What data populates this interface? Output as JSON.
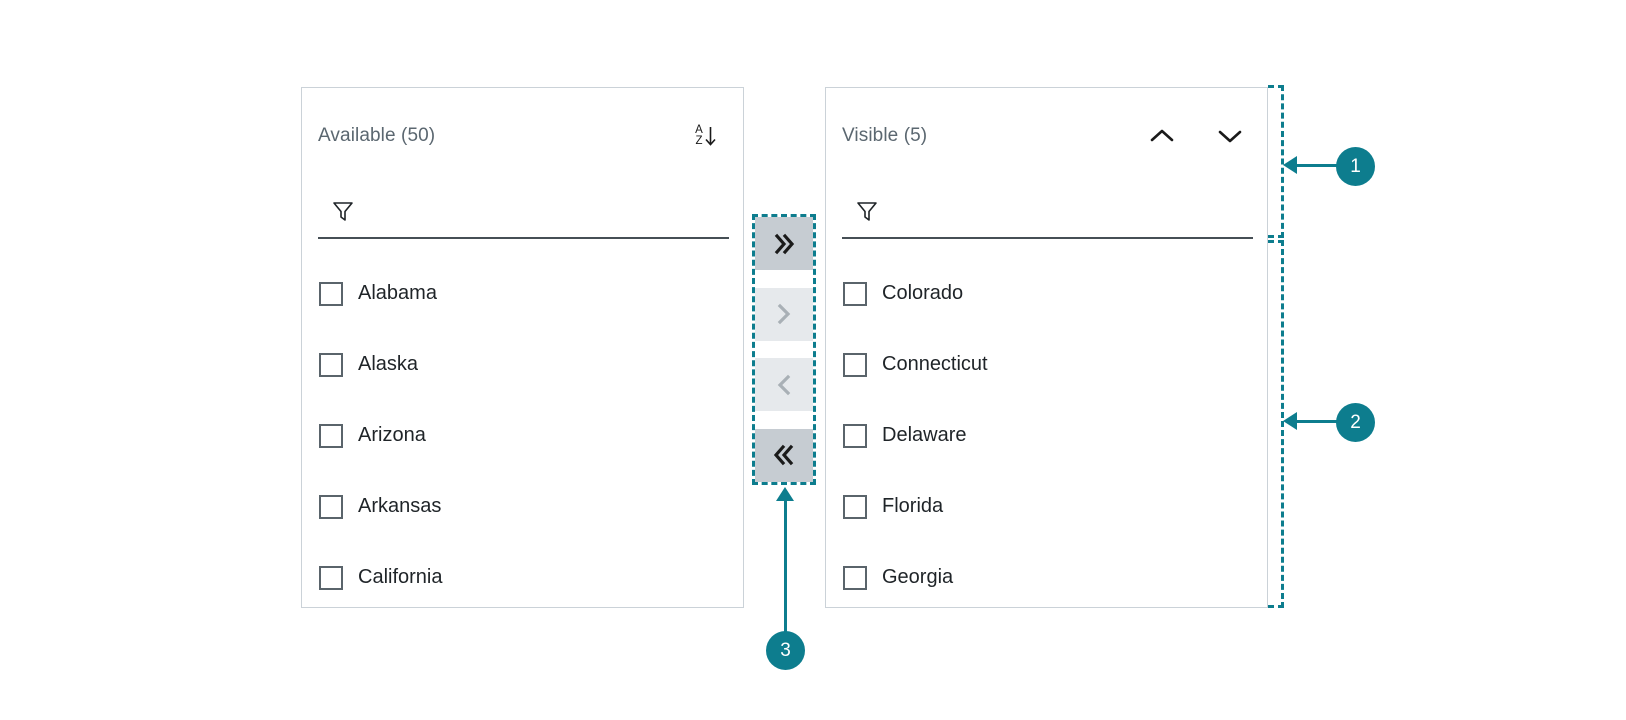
{
  "theme": {
    "accent": "#0d7d8e",
    "panel_border": "#cbd2d8",
    "title_color": "#5b6770",
    "text_color": "#1f2428",
    "button_enabled_bg": "#c6ccd2",
    "button_disabled_bg": "#e6e9ec",
    "underline_color": "#464f55"
  },
  "available_panel": {
    "title": "Available (50)",
    "sort_icon": "sort-az-descending-icon",
    "sort_top_letter": "A",
    "sort_bottom_letter": "Z",
    "filter": {
      "icon": "funnel-filter-icon",
      "value": "",
      "placeholder": ""
    },
    "items": [
      {
        "label": "Alabama",
        "checked": false
      },
      {
        "label": "Alaska",
        "checked": false
      },
      {
        "label": "Arizona",
        "checked": false
      },
      {
        "label": "Arkansas",
        "checked": false
      },
      {
        "label": "California",
        "checked": false
      }
    ]
  },
  "visible_panel": {
    "title": "Visible (5)",
    "move_up_icon": "chevron-up-icon",
    "move_down_icon": "chevron-down-icon",
    "filter": {
      "icon": "funnel-filter-icon",
      "value": "",
      "placeholder": ""
    },
    "items": [
      {
        "label": "Colorado",
        "checked": false
      },
      {
        "label": "Connecticut",
        "checked": false
      },
      {
        "label": "Delaware",
        "checked": false
      },
      {
        "label": "Florida",
        "checked": false
      },
      {
        "label": "Georgia",
        "checked": false
      }
    ]
  },
  "transfer_buttons": [
    {
      "icon": "chevron-double-right-icon",
      "name": "move-all-right-button",
      "enabled": true
    },
    {
      "icon": "chevron-right-icon",
      "name": "move-selected-right-button",
      "enabled": false
    },
    {
      "icon": "chevron-left-icon",
      "name": "move-selected-left-button",
      "enabled": false
    },
    {
      "icon": "chevron-double-left-icon",
      "name": "move-all-left-button",
      "enabled": true
    }
  ],
  "annotations": [
    {
      "number": "1",
      "target": "visible-panel-header"
    },
    {
      "number": "2",
      "target": "visible-panel-list"
    },
    {
      "number": "3",
      "target": "transfer-button-group"
    }
  ]
}
